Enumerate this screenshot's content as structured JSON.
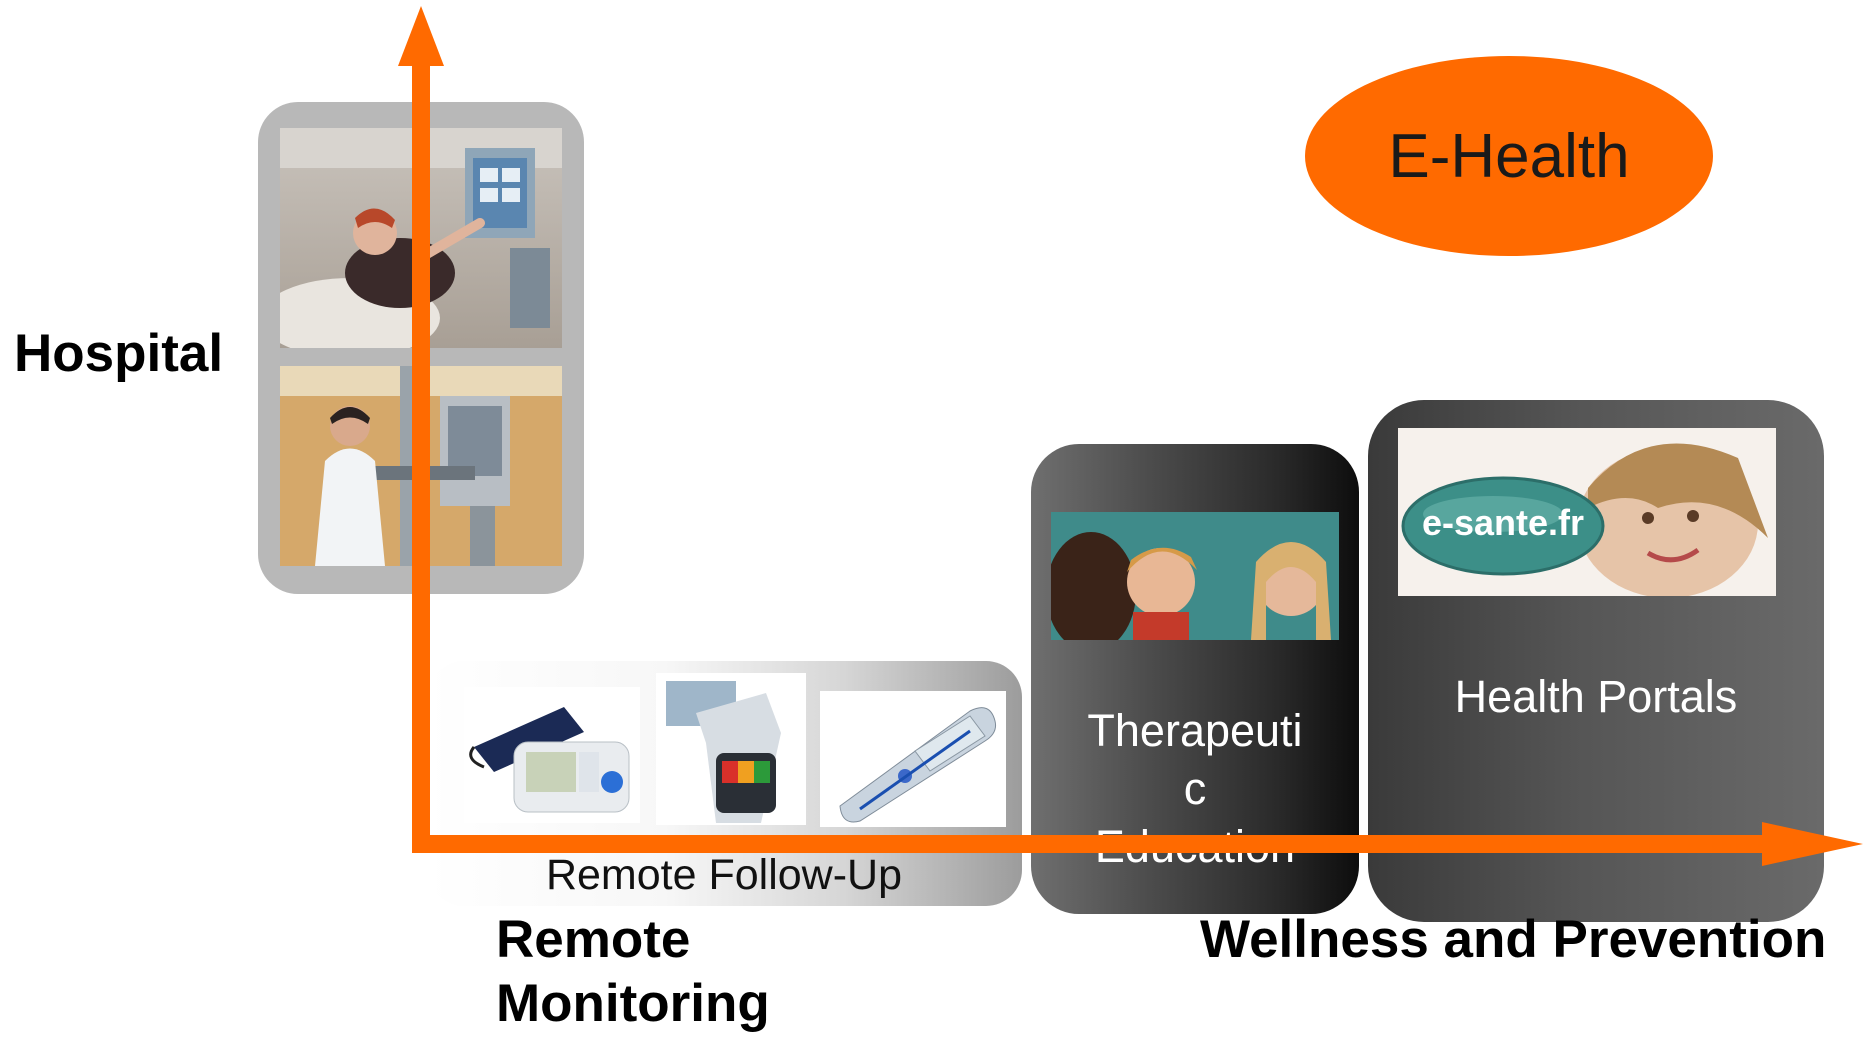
{
  "axes": {
    "y_label": "Hospital",
    "x_label_left_line1": "Remote",
    "x_label_left_line2": "Monitoring",
    "x_label_right": "Wellness and Prevention"
  },
  "badge": {
    "text": "E-Health",
    "color": "#ff6a00"
  },
  "cards": {
    "remote": {
      "caption": "Remote Follow-Up"
    },
    "therapeutic": {
      "line1": "Therapeuti",
      "line2": "c",
      "line3": "Education"
    },
    "portals": {
      "caption": "Health Portals",
      "logo_text": "e-sante.fr"
    }
  },
  "colors": {
    "axis": "#ff6a00"
  }
}
